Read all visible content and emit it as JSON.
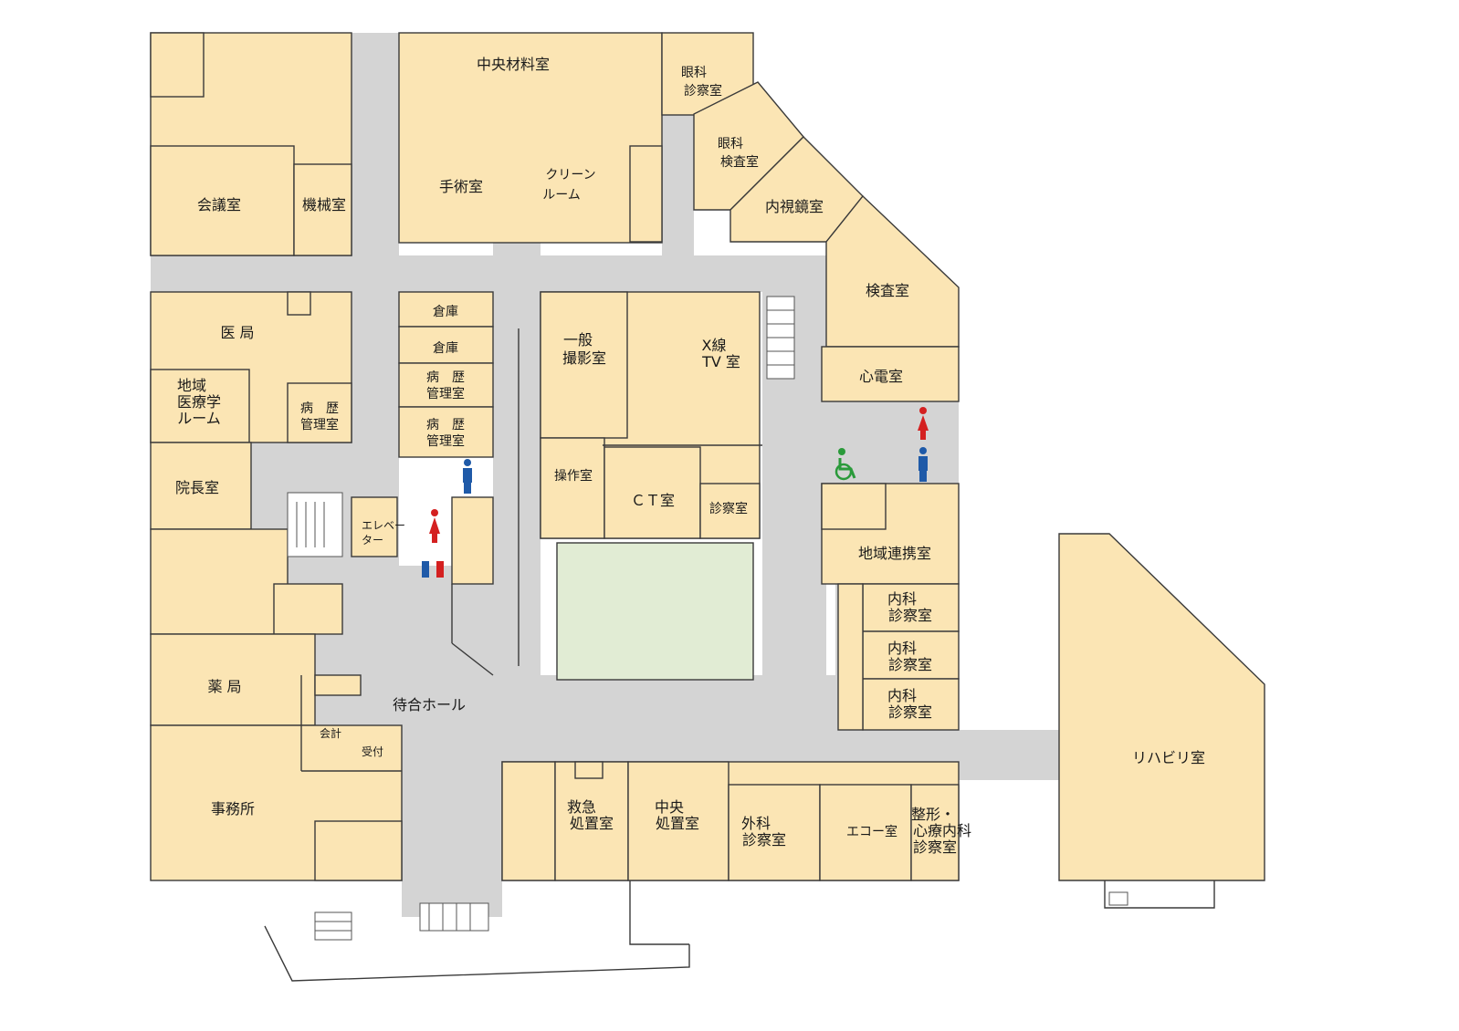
{
  "rooms": {
    "chuo_zairyo": "中央材料室",
    "ganka_shinsatsu_1": "眼科",
    "ganka_shinsatsu_2": "診察室",
    "ganka_kensa_1": "眼科",
    "ganka_kensa_2": "検査室",
    "naishikyo": "内視鏡室",
    "kaigi": "会議室",
    "kikai": "機械室",
    "shujutsu": "手術室",
    "clean_1": "クリーン",
    "clean_2": "ルーム",
    "kensa": "検査室",
    "ikyoku": "医 局",
    "souko_1": "倉庫",
    "souko_2": "倉庫",
    "ippan_1": "一般",
    "ippan_2": "撮影室",
    "xray_1": "X線",
    "xray_2": "TV 室",
    "shinden": "心電室",
    "chiiki_1": "地域",
    "chiiki_2": "医療学",
    "chiiki_3": "ルーム",
    "byoreki_a_1": "病　歴",
    "byoreki_a_2": "管理室",
    "byoreki_b_1": "病　歴",
    "byoreki_b_2": "管理室",
    "byoreki_c_1": "病　歴",
    "byoreki_c_2": "管理室",
    "incho": "院長室",
    "sousa": "操作室",
    "ct": "ＣＴ室",
    "shinsatsu": "診察室",
    "elevator_1": "エレベー",
    "elevator_2": "ター",
    "chiiki_renkei": "地域連携室",
    "naika_1a": "内科",
    "naika_1b": "診察室",
    "naika_2a": "内科",
    "naika_2b": "診察室",
    "naika_3a": "内科",
    "naika_3b": "診察室",
    "yakkyoku": "薬 局",
    "machiai": "待合ホール",
    "kaikei": "会計",
    "uketsuke": "受付",
    "jimusho": "事務所",
    "kyukyu_1": "救急",
    "kyukyu_2": "処置室",
    "chuo_shochi_1": "中央",
    "chuo_shochi_2": "処置室",
    "geka_1": "外科",
    "geka_2": "診察室",
    "echo": "エコー室",
    "seikei_1": "整形・",
    "seikei_2": "心療内科",
    "seikei_3": "診察室",
    "reha": "リハビリ室"
  },
  "colors": {
    "room_fill": "#fbe5b4",
    "corridor": "#d4d4d4",
    "courtyard": "#e1ecd4",
    "female_icon": "#d42020",
    "male_icon": "#1f5aa8",
    "accessible_icon": "#2a9a3a"
  },
  "icons": [
    "female-restroom-icon",
    "male-restroom-icon",
    "accessible-restroom-icon",
    "stairs-icon"
  ]
}
